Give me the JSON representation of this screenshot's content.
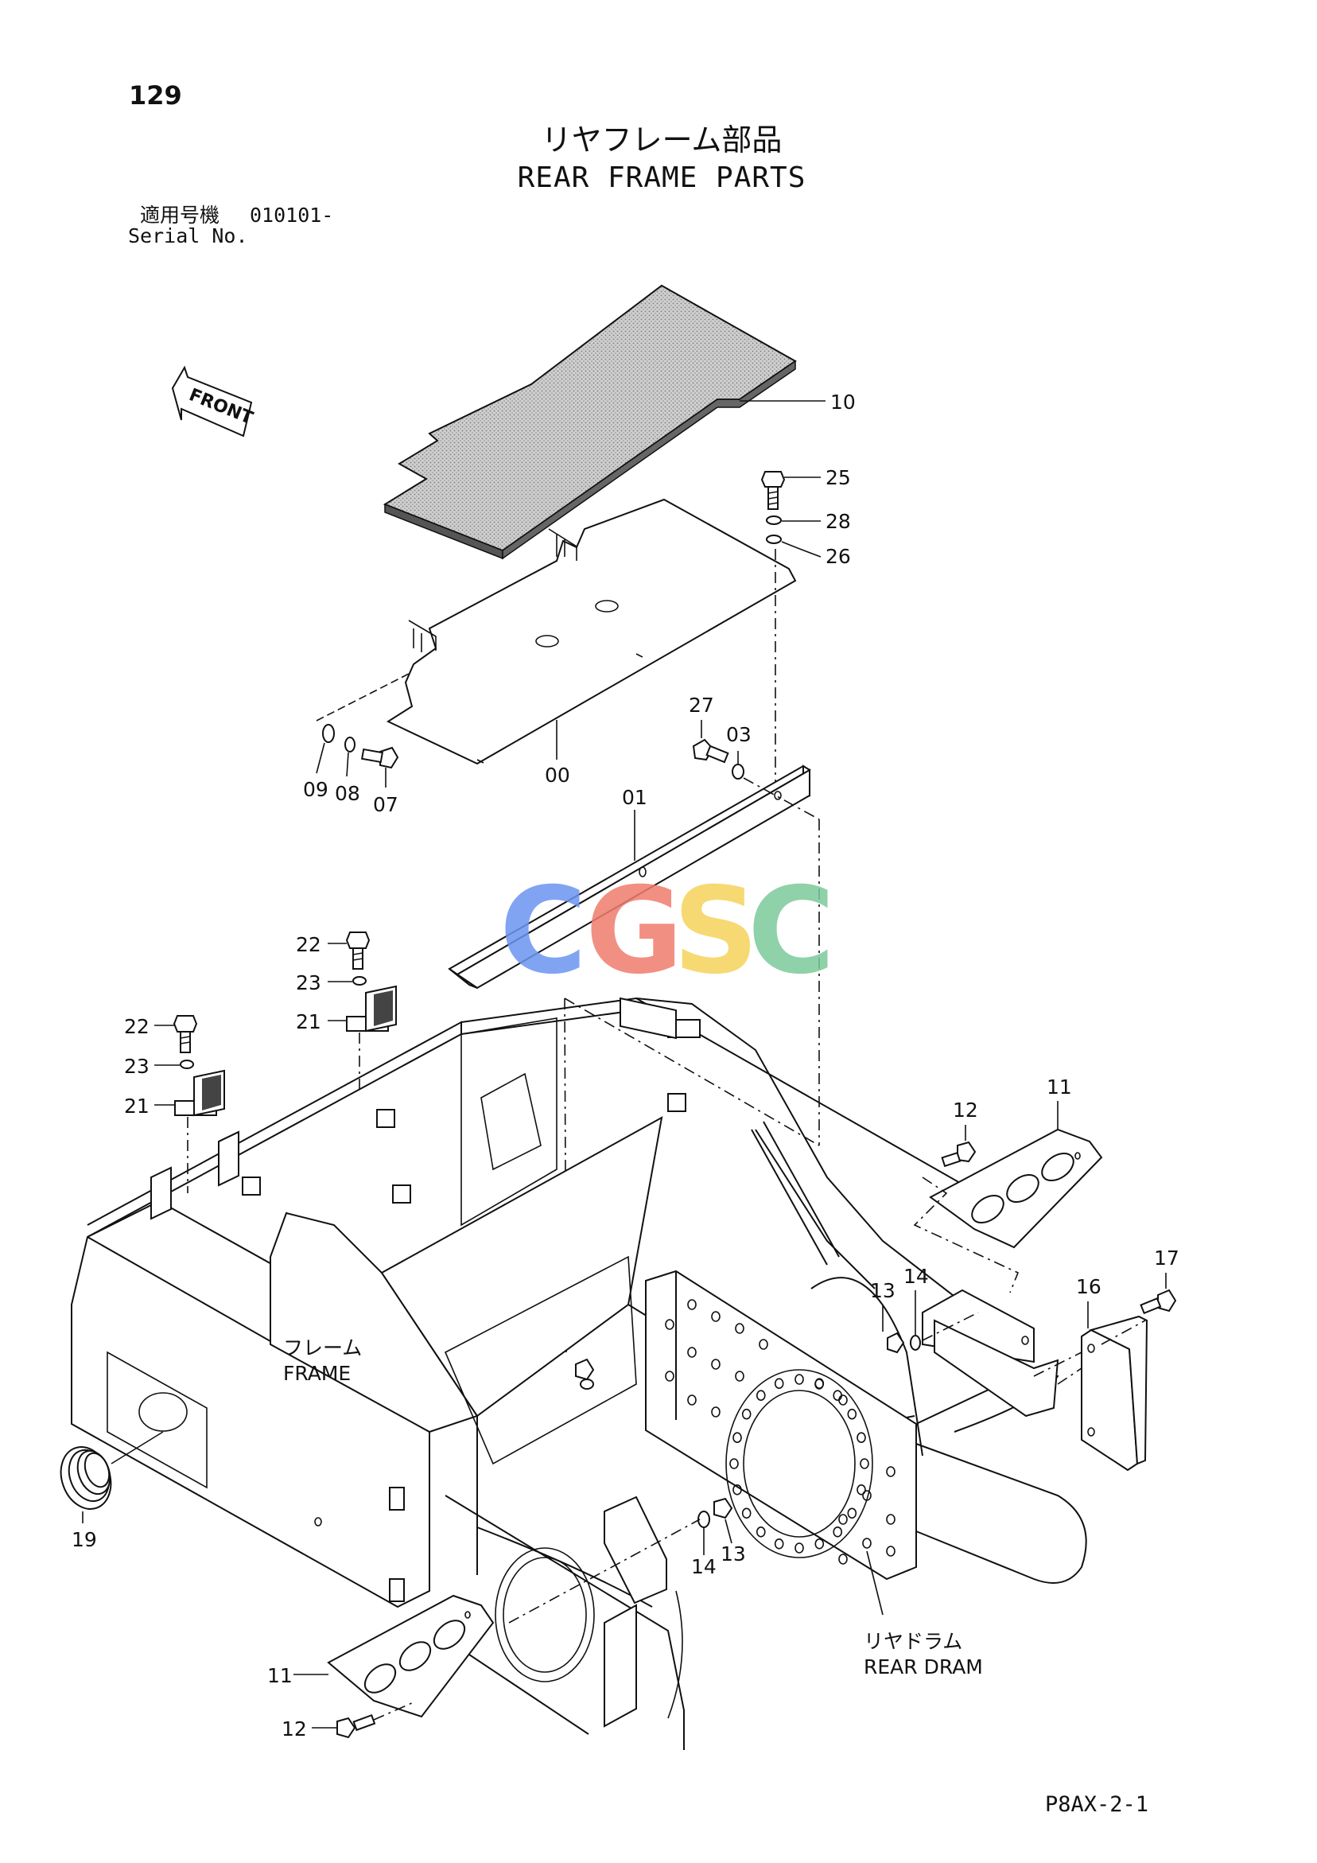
{
  "header": {
    "page_number": "129",
    "title_jp": "リヤフレーム部品",
    "title_en": "REAR FRAME PARTS",
    "serial_label_jp": "適用号機",
    "serial_label_en": "Serial No.",
    "serial_value": "010101-"
  },
  "diagram": {
    "front_label": "FRONT",
    "callouts": {
      "c10": "10",
      "c25": "25",
      "c28": "28",
      "c26": "26",
      "c27": "27",
      "c03": "03",
      "c09": "09",
      "c08": "08",
      "c07": "07",
      "c00": "00",
      "c01": "01",
      "c22a": "22",
      "c23a": "23",
      "c21a": "21",
      "c22b": "22",
      "c23b": "23",
      "c21b": "21",
      "c12a": "12",
      "c11a": "11",
      "c13a": "13",
      "c14a": "14",
      "c17": "17",
      "c16": "16",
      "c19": "19",
      "c14b": "14",
      "c13b": "13",
      "c11b": "11",
      "c12b": "12"
    },
    "frame_label_jp": "フレーム",
    "frame_label_en": "FRAME",
    "drum_label_jp": "リヤドラム",
    "drum_label_en": "REAR DRAM",
    "watermark": {
      "letters": [
        "C",
        "G",
        "S",
        "C"
      ],
      "colors": [
        "#6c95f0",
        "#f07c6e",
        "#f5d35a",
        "#7cc99a"
      ]
    }
  },
  "footer": {
    "code": "P8AX-2-1"
  }
}
